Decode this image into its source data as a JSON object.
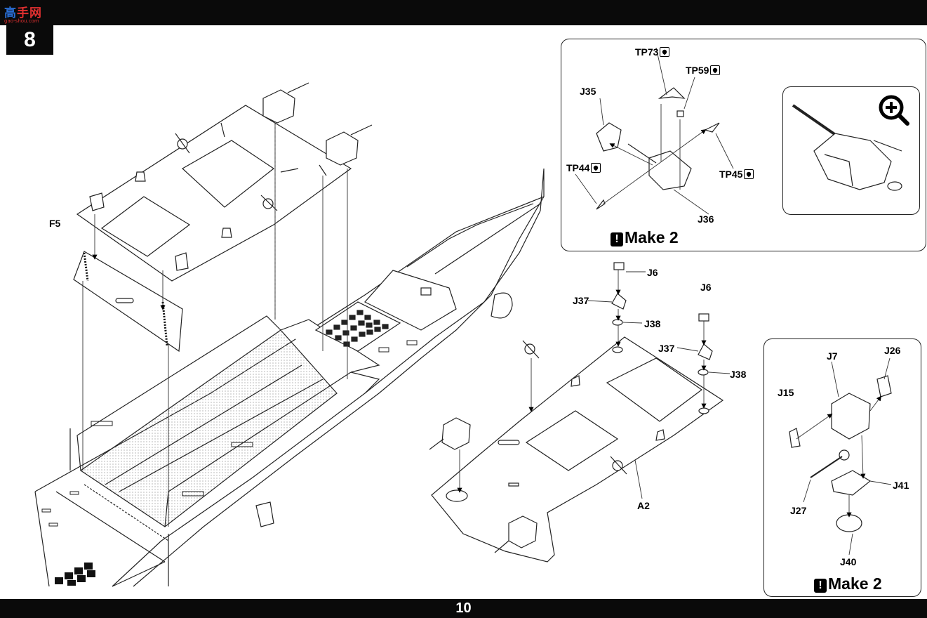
{
  "header": {
    "logo_text_blue": "高",
    "logo_text_red": "手网",
    "logo_sub": "gao-shou.com",
    "step_number": "8"
  },
  "footer": {
    "page_number": "10"
  },
  "main_assembly": {
    "labels": {
      "f5": "F5"
    }
  },
  "detail_top": {
    "labels": {
      "tp73": "TP73",
      "tp59": "TP59",
      "j35": "J35",
      "tp44": "TP44",
      "tp45": "TP45",
      "j36": "J36"
    },
    "make_note": "Make 2",
    "zoom_icon": "zoom-in-icon"
  },
  "sub_assembly": {
    "labels": {
      "j6_a": "J6",
      "j6_b": "J6",
      "j37_a": "J37",
      "j37_b": "J37",
      "j38_a": "J38",
      "j38_b": "J38",
      "a2": "A2"
    }
  },
  "detail_bottom": {
    "labels": {
      "j26": "J26",
      "j7": "J7",
      "j15": "J15",
      "j41": "J41",
      "j27": "J27",
      "j40": "J40"
    },
    "make_note": "Make 2"
  },
  "icons": {
    "photo_etch": "photo-etch-part-icon",
    "caution": "caution-icon"
  }
}
